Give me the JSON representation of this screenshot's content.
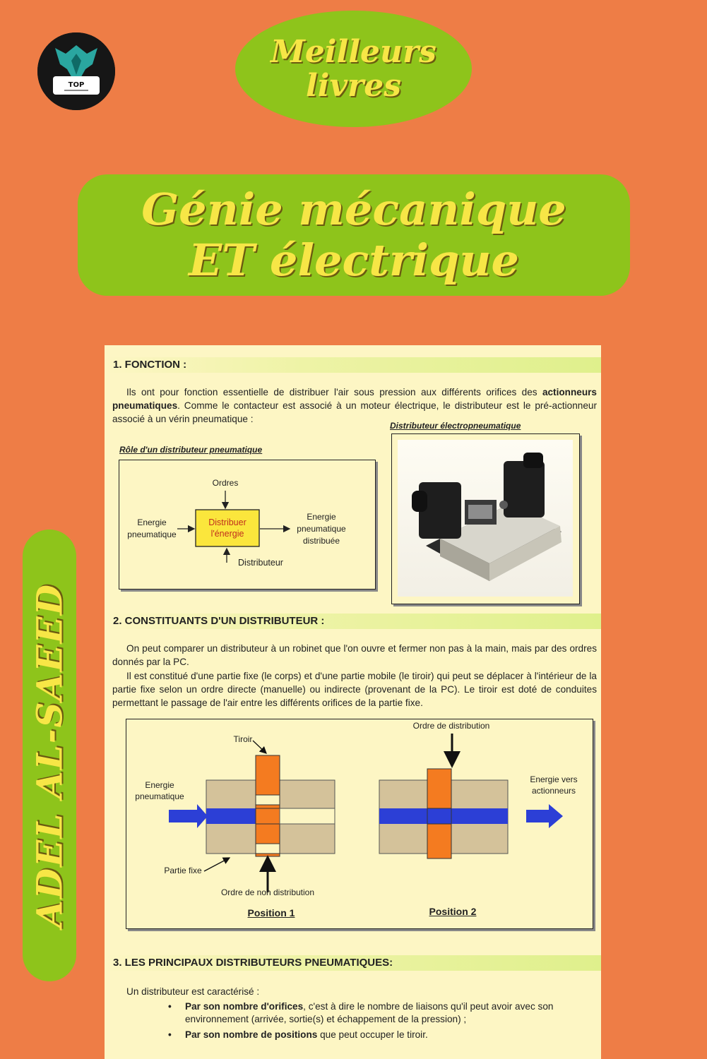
{
  "logo": {
    "text": "TOP"
  },
  "badge": {
    "line1": "Meilleurs",
    "line2": "livres"
  },
  "title": {
    "line1": "Génie mécanique",
    "line2": "ET électrique"
  },
  "author": "ADEL AL-SAEED",
  "section1": {
    "heading": "1. FONCTION :",
    "paragraph_a": "Ils ont pour fonction essentielle de distribuer l'air sous pression aux différents orifices des ",
    "paragraph_bold1": "actionneurs pneumatiques",
    "paragraph_b": ". Comme le contacteur est associé à un moteur électrique, le distributeur est le pré-actionneur associé à un vérin pneumatique :",
    "diagram_caption": "Rôle d'un distributeur pneumatique",
    "photo_caption": "Distributeur électropneumatique",
    "diagram": {
      "top": "Ordres",
      "left_line1": "Energie",
      "left_line2": "pneumatique",
      "box_line1": "Distribuer",
      "box_line2": "l'énergie",
      "right_line1": "Energie",
      "right_line2": "pneumatique",
      "right_line3": "distribuée",
      "bottom": "Distributeur"
    }
  },
  "section2": {
    "heading": "2. CONSTITUANTS D'UN DISTRIBUTEUR :",
    "p1": "On peut comparer un distributeur à un robinet que l'on ouvre et fermer non pas à la main,      mais par des ordres donnés par la PC.",
    "p2": "Il est constitué d'une partie fixe (le corps) et d'une partie mobile (le tiroir) qui peut se déplacer à l'intérieur de la partie fixe selon un ordre directe (manuelle) ou indirecte (provenant   de la PC). Le tiroir est doté de conduites permettant le passage de l'air entre les différents orifices de la partie fixe.",
    "figure": {
      "tiroir": "Tiroir",
      "energie_in_1": "Energie",
      "energie_in_2": "pneumatique",
      "partie_fixe": "Partie fixe",
      "ordre_non": "Ordre de non distribution",
      "ordre_dist": "Ordre de distribution",
      "energie_out_1": "Energie vers",
      "energie_out_2": "actionneurs",
      "pos1": "Position 1",
      "pos2": "Position 2"
    }
  },
  "section3": {
    "heading": "3. LES PRINCIPAUX DISTRIBUTEURS PNEUMATIQUES:",
    "intro": "Un distributeur est caractérisé :",
    "bullets": [
      {
        "bold": "Par son  nombre d'orifices",
        "text": ", c'est à dire le nombre de liaisons qu'il peut avoir avec son environnement (arrivée, sortie(s) et échappement de la pression) ;"
      },
      {
        "bold": "Par son nombre de positions",
        "text": "  que peut occuper le tiroir."
      }
    ]
  },
  "colors": {
    "background": "#ee7d46",
    "green": "#8ec41b",
    "yellow_text": "#f7e646",
    "page": "#fdf6c4",
    "tiroir": "#f47b20",
    "body_fixe": "#d4c29a",
    "channel": "#2c3fd6"
  }
}
